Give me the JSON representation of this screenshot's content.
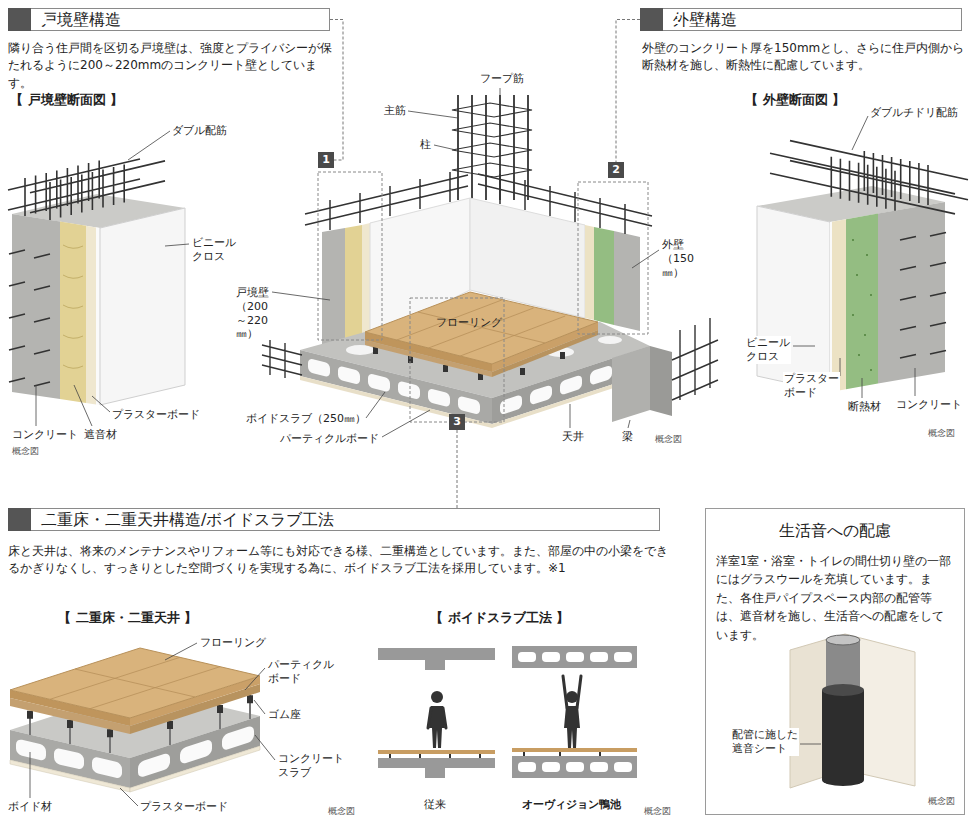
{
  "diagram": {
    "nodes": [
      {
        "text": [
          "戸境壁構造"
        ]
      },
      {
        "text": [
          "1"
        ],
        "in": 0
      },
      {
        "text": [
          "外壁構造"
        ]
      },
      {
        "text": [
          "2"
        ],
        "in": 2
      },
      {
        "text": [
          "二重床・二重天井構造/ボイドスラブ工法"
        ]
      },
      {
        "text": [
          "3"
        ],
        "in": 4
      },
      {
        "text": [
          "1"
        ]
      },
      {
        "text": [
          "2"
        ]
      },
      {
        "text": [
          "3"
        ]
      },
      {
        "text": [
          "生活音への配慮",
          "洋室1室・浴室・トイレの間仕切り壁の一部にはグラスウールを充填しています。また、各住戸パイプスペース内部の配管等は、遮音材を施し、生活音への配慮をしています。"
        ]
      }
    ],
    "edges": [
      {
        "from": 0,
        "to": 6,
        "arrow": "none"
      },
      {
        "from": 2,
        "to": 7,
        "arrow": "none"
      },
      {
        "from": 8,
        "to": 4,
        "arrow": "none"
      }
    ],
    "labels": [
      "隣り合う住戸間を区切る戸境壁は、強度とプライバシーが保たれるように200～220mmのコンクリート壁としています。",
      "【 戸境壁断面図 】",
      "ダブル配筋",
      "ビニール クロス",
      "プラスターボード",
      "コンクリート",
      "遮音材",
      "概念図",
      "外壁のコンクリート厚を150mmとし、さらに住戸内側から断熱材を施し、断熱性に配慮しています。",
      "【 外壁断面図 】",
      "ダブルチドリ配筋",
      "ビニール クロス",
      "プラスター ボード",
      "断熱材",
      "コンクリート",
      "概念図",
      "フープ筋",
      "主筋",
      "柱",
      "外壁 （150㎜）",
      "戸境壁 （200～220㎜）",
      "フローリング",
      "ボイドスラブ（250㎜）",
      "パーティクルボード",
      "天井",
      "梁",
      "概念図",
      "床と天井は、将来のメンテナンスやリフォーム等にも対応できる様、二重構造としています。また、部屋の中の小梁をできるかぎりなくし、すっきりとした空間づくりを実現する為に、ボイドスラブ工法を採用しています。※1",
      "【 二重床・二重天井 】",
      "フローリング",
      "パーティクル ボード",
      "ゴム座",
      "コンクリート スラブ",
      "ボイド材",
      "プラスターボード",
      "概念図",
      "【 ボイドスラブ工法 】",
      "従来",
      "オーヴィジョン鴨池",
      "概念図",
      "配管に施した 遮音シート",
      "概念図"
    ]
  }
}
